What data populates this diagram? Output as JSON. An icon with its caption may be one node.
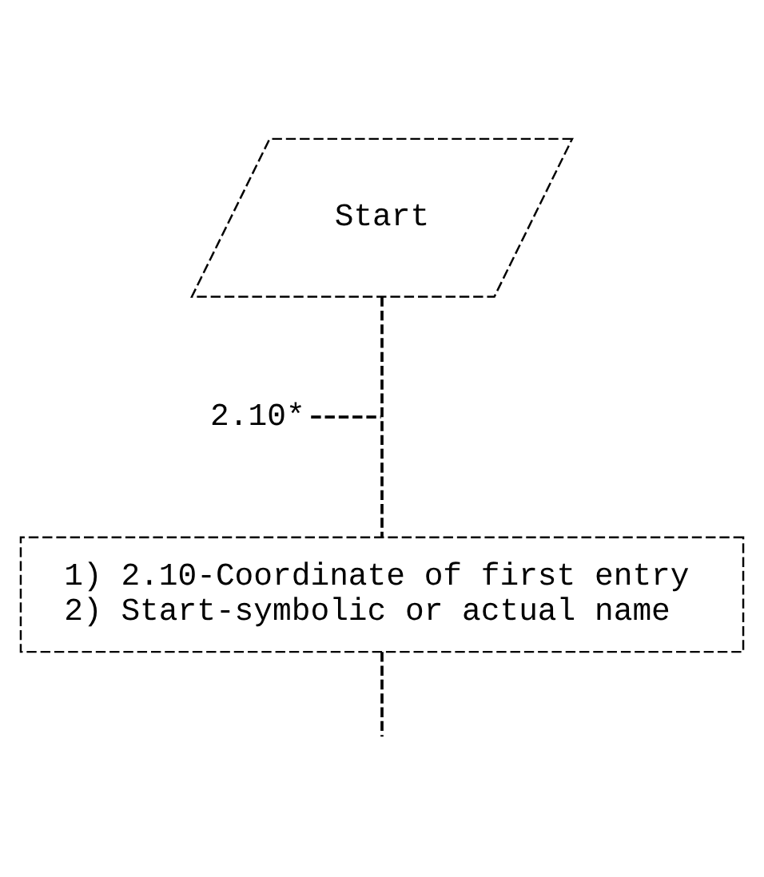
{
  "diagram": {
    "nodes": [
      {
        "text": [
          "Start"
        ]
      },
      {
        "text": [
          "1) 2.10-Coordinate of first entry",
          "2) Start-symbolic or actual name"
        ]
      },
      {
        "text": [
          "2.10*"
        ]
      }
    ],
    "edges": [
      {
        "from": 0,
        "to": 1,
        "arrow": "none",
        "style": "dashed"
      },
      {
        "from": 1,
        "to": null,
        "arrow": "none",
        "style": "dashed"
      },
      {
        "from": 2,
        "to": null,
        "arrow": "none",
        "style": "dashed"
      }
    ]
  }
}
